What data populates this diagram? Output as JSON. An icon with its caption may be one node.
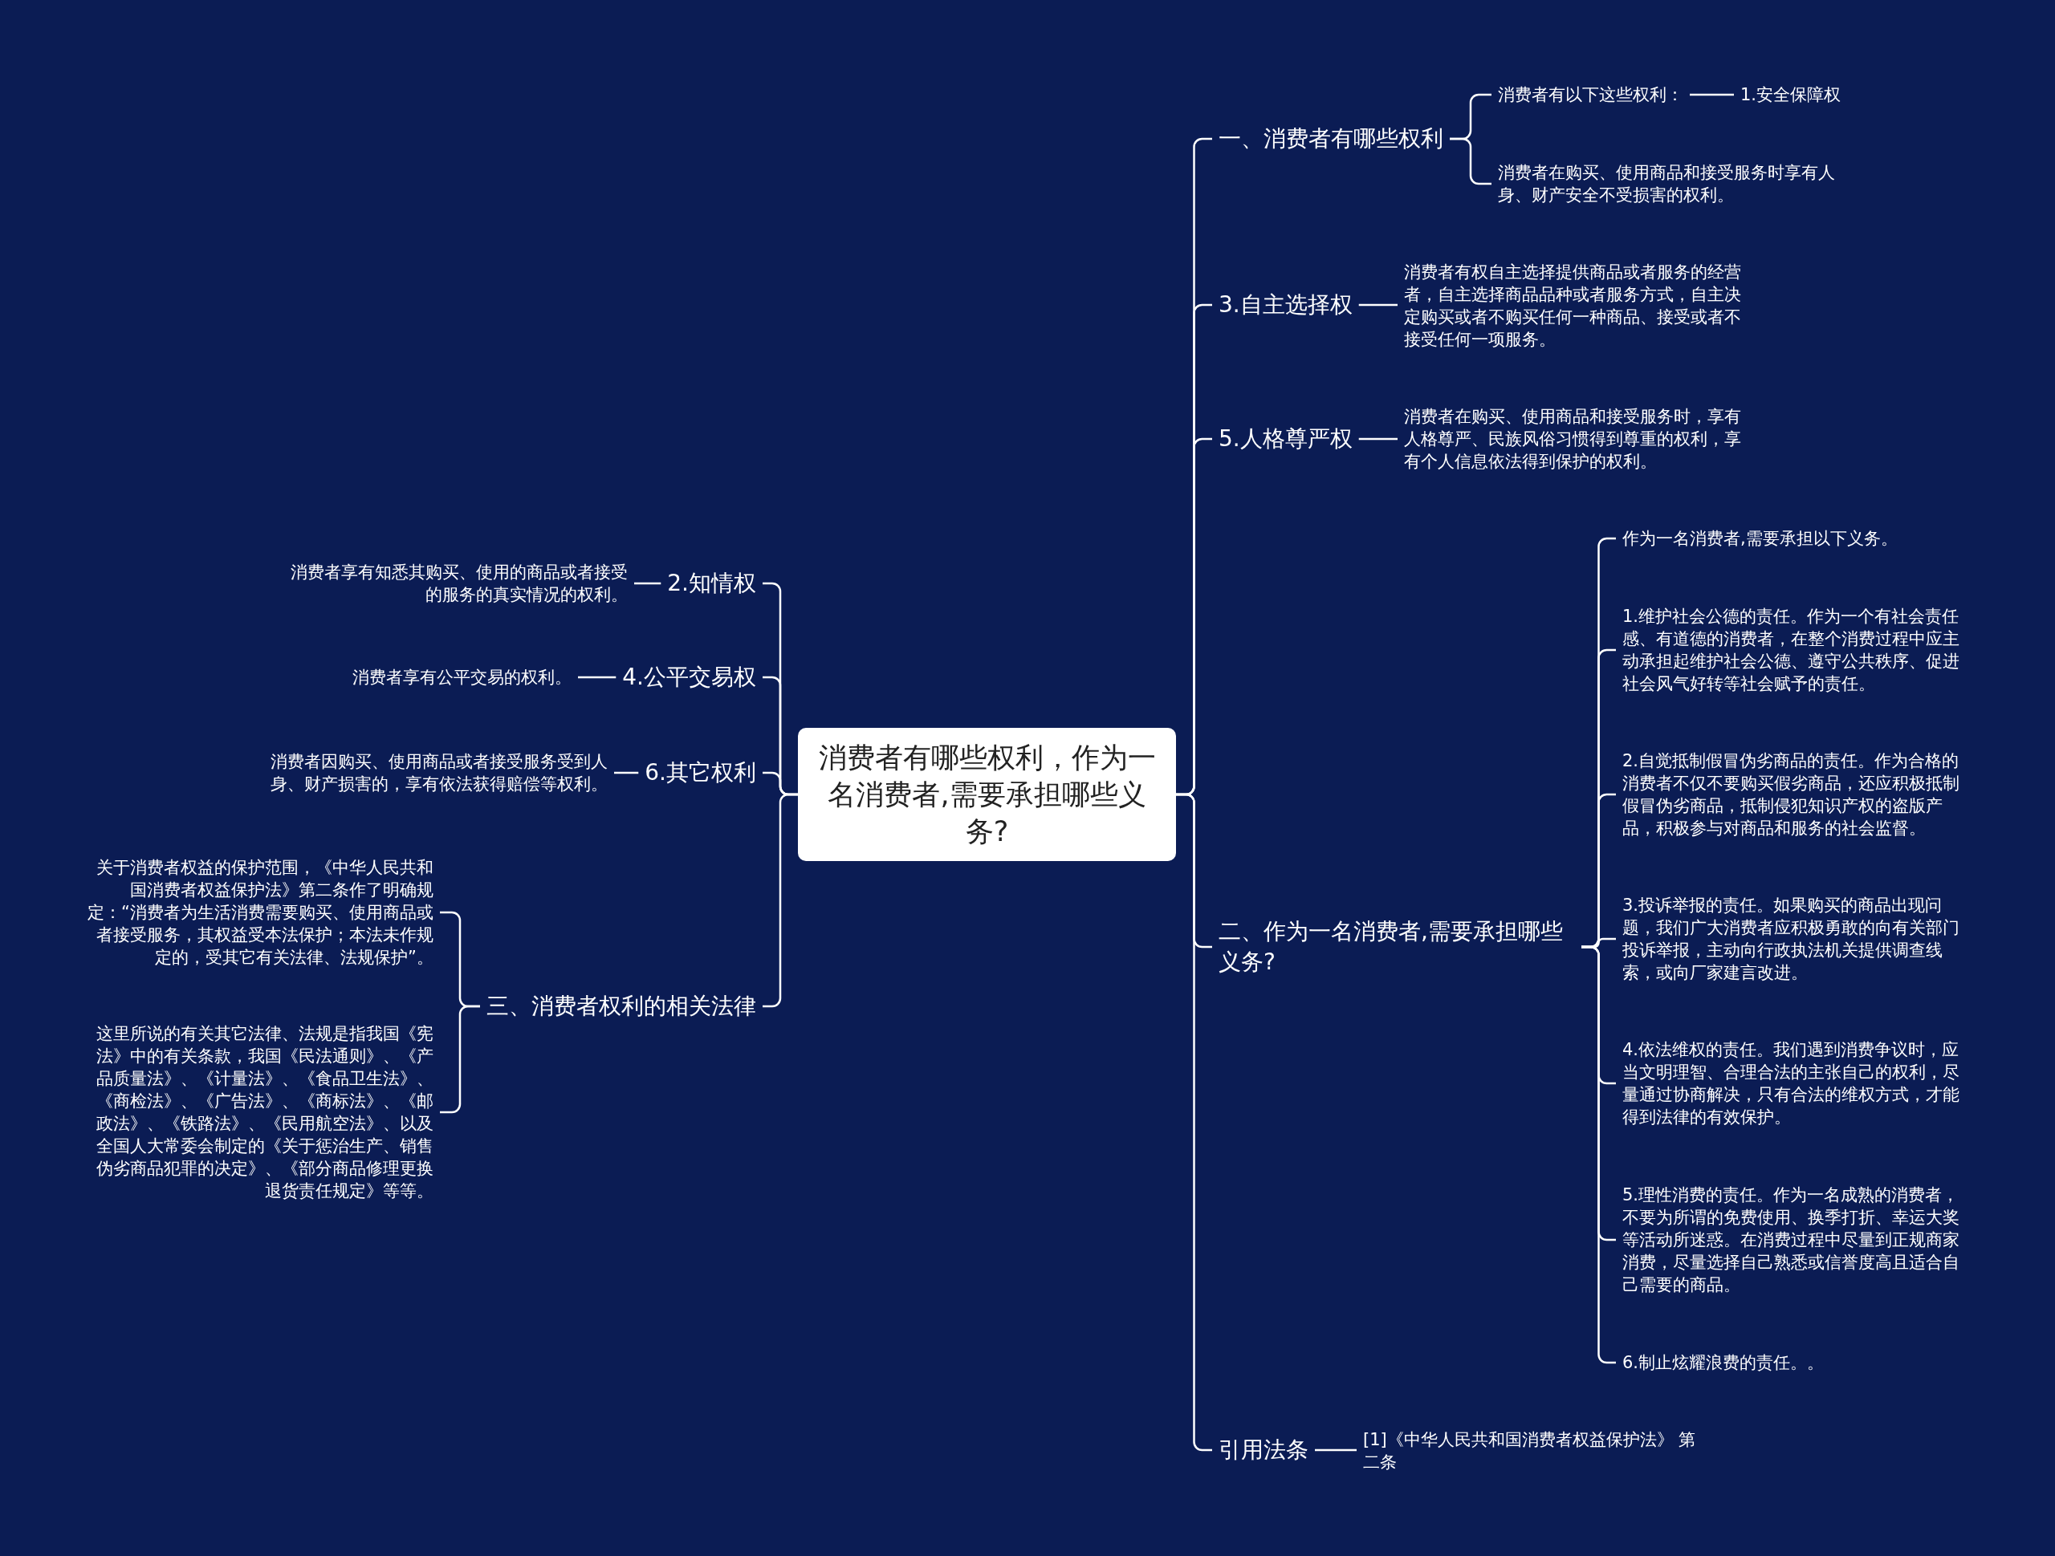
{
  "diagram": {
    "nodes": [
      {
        "text": [
          "消费者有哪些权利，作为一名消费者,需要承担哪些义务?"
        ]
      },
      {
        "text": [
          "一、消费者有哪些权利"
        ]
      },
      {
        "text": [
          "消费者有以下这些权利："
        ]
      },
      {
        "text": [
          "1.安全保障权"
        ]
      },
      {
        "text": [
          "消费者在购买、使用商品和接受服务时享有人身、财产安全不受损害的权利。"
        ]
      },
      {
        "text": [
          "3.自主选择权"
        ]
      },
      {
        "text": [
          "消费者有权自主选择提供商品或者服务的经营者，自主选择商品品种或者服务方式，自主决定购买或者不购买任何一种商品、接受或者不接受任何一项服务。"
        ]
      },
      {
        "text": [
          "5.人格尊严权"
        ]
      },
      {
        "text": [
          "消费者在购买、使用商品和接受服务时，享有人格尊严、民族风俗习惯得到尊重的权利，享有个人信息依法得到保护的权利。"
        ]
      },
      {
        "text": [
          "二、作为一名消费者,需要承担哪些义务?"
        ]
      },
      {
        "text": [
          "作为一名消费者,需要承担以下义务。"
        ]
      },
      {
        "text": [
          "1.维护社会公德的责任。作为一个有社会责任感、有道德的消费者，在整个消费过程中应主动承担起维护社会公德、遵守公共秩序、促进社会风气好转等社会赋予的责任。"
        ]
      },
      {
        "text": [
          "2.自觉抵制假冒伪劣商品的责任。作为合格的消费者不仅不要购买假劣商品，还应积极抵制假冒伪劣商品，抵制侵犯知识产权的盗版产品，积极参与对商品和服务的社会监督。"
        ]
      },
      {
        "text": [
          "3.投诉举报的责任。如果购买的商品出现问题，我们广大消费者应积极勇敢的向有关部门投诉举报，主动向行政执法机关提供调查线索，或向厂家建言改进。"
        ]
      },
      {
        "text": [
          "4.依法维权的责任。我们遇到消费争议时，应当文明理智、合理合法的主张自己的权利，尽量通过协商解决，只有合法的维权方式，才能得到法律的有效保护。"
        ]
      },
      {
        "text": [
          "5.理性消费的责任。作为一名成熟的消费者，不要为所谓的免费使用、换季打折、幸运大奖等活动所迷惑。在消费过程中尽量到正规商家消费，尽量选择自己熟悉或信誉度高且适合自己需要的商品。"
        ]
      },
      {
        "text": [
          "6.制止炫耀浪费的责任。。"
        ]
      },
      {
        "text": [
          "引用法条"
        ]
      },
      {
        "text": [
          "[1]《中华人民共和国消费者权益保护法》 第二条"
        ]
      },
      {
        "text": [
          "2.知情权"
        ]
      },
      {
        "text": [
          "消费者享有知悉其购买、使用的商品或者接受的服务的真实情况的权利。"
        ]
      },
      {
        "text": [
          "4.公平交易权"
        ]
      },
      {
        "text": [
          "消费者享有公平交易的权利。"
        ]
      },
      {
        "text": [
          "6.其它权利"
        ]
      },
      {
        "text": [
          "消费者因购买、使用商品或者接受服务受到人身、财产损害的，享有依法获得赔偿等权利。"
        ]
      },
      {
        "text": [
          "三、消费者权利的相关法律"
        ]
      },
      {
        "text": [
          "关于消费者权益的保护范围，《中华人民共和国消费者权益保护法》第二条作了明确规定：“消费者为生活消费需要购买、使用商品或者接受服务，其权益受本法保护；本法未作规定的，受其它有关法律、法规保护”。"
        ]
      },
      {
        "text": [
          "这里所说的有关其它法律、法规是指我国《宪法》中的有关条款，我国《民法通则》、《产品质量法》、《计量法》、《食品卫生法》、《商检法》、《广告法》、《商标法》、《邮政法》、《铁路法》、《民用航空法》、以及全国人大常委会制定的《关于惩治生产、销售伪劣商品犯罪的决定》、《部分商品修理更换退货责任规定》等等。"
        ]
      }
    ],
    "edges": [
      {
        "from": 0,
        "to": 1,
        "arrow": "none"
      },
      {
        "from": 1,
        "to": 2,
        "arrow": "none"
      },
      {
        "from": 2,
        "to": 3,
        "arrow": "none"
      },
      {
        "from": 1,
        "to": 4,
        "arrow": "none"
      },
      {
        "from": 0,
        "to": 5,
        "arrow": "none"
      },
      {
        "from": 5,
        "to": 6,
        "arrow": "none"
      },
      {
        "from": 0,
        "to": 7,
        "arrow": "none"
      },
      {
        "from": 7,
        "to": 8,
        "arrow": "none"
      },
      {
        "from": 0,
        "to": 9,
        "arrow": "none"
      },
      {
        "from": 9,
        "to": 10,
        "arrow": "none"
      },
      {
        "from": 9,
        "to": 11,
        "arrow": "none"
      },
      {
        "from": 9,
        "to": 12,
        "arrow": "none"
      },
      {
        "from": 9,
        "to": 13,
        "arrow": "none"
      },
      {
        "from": 9,
        "to": 14,
        "arrow": "none"
      },
      {
        "from": 9,
        "to": 15,
        "arrow": "none"
      },
      {
        "from": 9,
        "to": 16,
        "arrow": "none"
      },
      {
        "from": 0,
        "to": 17,
        "arrow": "none"
      },
      {
        "from": 17,
        "to": 18,
        "arrow": "none"
      },
      {
        "from": 0,
        "to": 19,
        "arrow": "none"
      },
      {
        "from": 19,
        "to": 20,
        "arrow": "none"
      },
      {
        "from": 0,
        "to": 21,
        "arrow": "none"
      },
      {
        "from": 21,
        "to": 22,
        "arrow": "none"
      },
      {
        "from": 0,
        "to": 23,
        "arrow": "none"
      },
      {
        "from": 23,
        "to": 24,
        "arrow": "none"
      },
      {
        "from": 0,
        "to": 25,
        "arrow": "none"
      },
      {
        "from": 25,
        "to": 26,
        "arrow": "none"
      },
      {
        "from": 25,
        "to": 27,
        "arrow": "none"
      }
    ]
  }
}
